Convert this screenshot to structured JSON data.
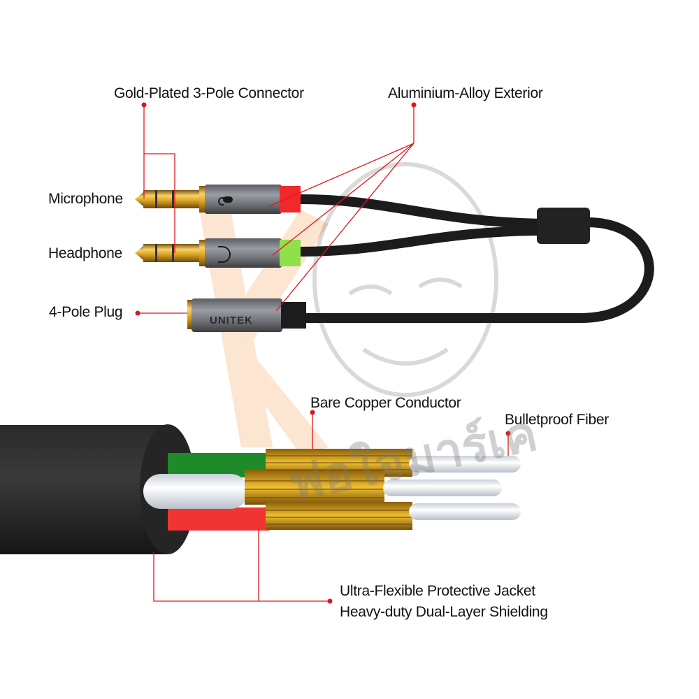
{
  "labels": {
    "gold_plated": "Gold-Plated 3-Pole Connector",
    "aluminium": "Aluminium-Alloy Exterior",
    "microphone": "Microphone",
    "headphone": "Headphone",
    "four_pole": "4-Pole Plug",
    "copper": "Bare Copper Conductor",
    "fiber": "Bulletproof Fiber",
    "jacket": "Ultra-Flexible Protective Jacket",
    "shielding": "Heavy-duty Dual-Layer Shielding"
  },
  "brand": {
    "logo_text": "UNITEK"
  },
  "icons": {
    "mic_plug": "microphone-icon",
    "headphone_plug": "headphone-icon"
  },
  "colors": {
    "leader_line": "#e0161b",
    "mic_ring": "#f02a2a",
    "headphone_ring": "#8fe04a",
    "cable": "#1c1c1c",
    "gold": "#d9a520",
    "wire_green": "#1f8a2a",
    "wire_red": "#f03333",
    "wire_white": "#eef2f6"
  },
  "watermark": {
    "text": "ฟอใจมาร์เค"
  }
}
